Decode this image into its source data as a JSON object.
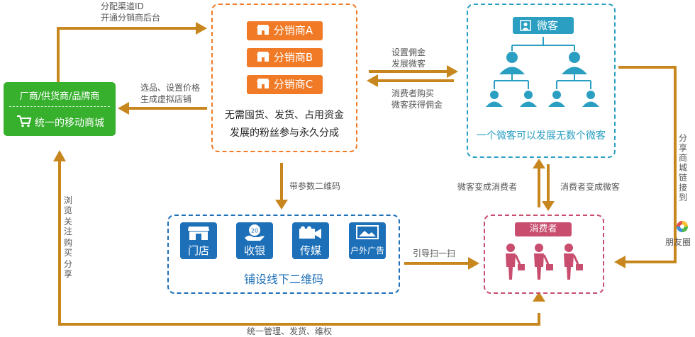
{
  "colors": {
    "brand_green": "#36b02d",
    "orange": "#f07a26",
    "arrow_brown": "#c8871e",
    "teal": "#2a9fc2",
    "blue": "#1d6fb8",
    "pink": "#c84d6e"
  },
  "platform": {
    "line1": "厂商/供货商/品牌商",
    "line2": "统一的移动商城"
  },
  "distributors": {
    "items": [
      "分销商A",
      "分销商B",
      "分销商C"
    ],
    "desc_line1": "无需囤货、发货、占用资金",
    "desc_line2": "发展的粉丝参与永久分成"
  },
  "weike": {
    "title": "微客",
    "caption": "一个微客可以发展无数个微客"
  },
  "offline": {
    "tiles": [
      "门店",
      "收银",
      "传媒",
      "户外广告"
    ],
    "caption": "铺设线下二维码"
  },
  "consumer": {
    "title": "消费者"
  },
  "arrows": {
    "assign_line1": "分配渠道ID",
    "assign_line2": "开通分销商后台",
    "select_line1": "选品、设置价格",
    "select_line2": "生成虚拟店铺",
    "commission_line1": "设置佣金",
    "commission_line2": "发展微客",
    "buy_line1": "消费者购买",
    "buy_line2": "微客获得佣金",
    "qr_param": "带参数二维码",
    "weike_to_consumer": "微客变成消费者",
    "consumer_to_weike": "消费者变成微客",
    "scan": "引导扫一扫",
    "share_vertical": "分享商城链接到",
    "moments": "朋友圈",
    "browse_vertical": [
      "浏览",
      "关注",
      "购买",
      "分享"
    ],
    "manage": "统一管理、发货、维权"
  }
}
